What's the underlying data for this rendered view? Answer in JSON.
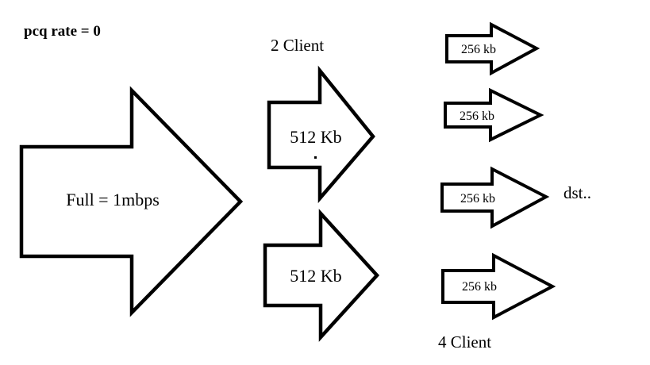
{
  "title": {
    "text": "pcq rate = 0"
  },
  "labels": {
    "two_client": "2 Client",
    "four_client": "4 Client",
    "destination": "dst.."
  },
  "flow": {
    "source": {
      "label": "Full = 1mbps",
      "name": "full-bandwidth-arrow"
    },
    "tier2": [
      {
        "label": "512 Kb",
        "name": "client-512kb-arrow-1"
      },
      {
        "label": "512 Kb",
        "name": "client-512kb-arrow-2"
      }
    ],
    "tier3": [
      {
        "label": "256 kb",
        "name": "client-256kb-arrow-1"
      },
      {
        "label": "256 kb",
        "name": "client-256kb-arrow-2"
      },
      {
        "label": "256 kb",
        "name": "client-256kb-arrow-3"
      },
      {
        "label": "256 kb",
        "name": "client-256kb-arrow-4"
      }
    ]
  },
  "colors": {
    "stroke": "#000000",
    "fill": "#ffffff",
    "background": "#ffffff"
  }
}
